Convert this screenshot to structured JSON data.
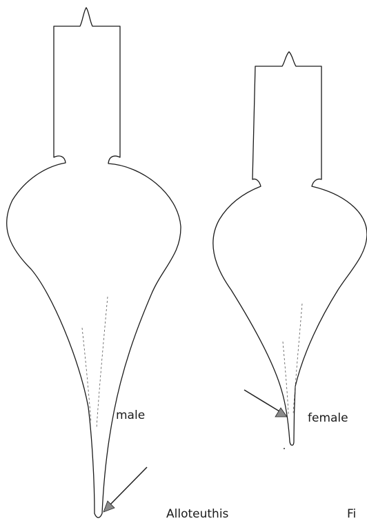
{
  "labels": {
    "male": "male",
    "female": "female",
    "genus": "Alloteuthis",
    "figure_prefix": "Fi"
  },
  "icons": {
    "male_gladius": "gladius-outline-male",
    "female_gladius": "gladius-outline-female",
    "male_arrow": "arrow-pointer",
    "female_arrow": "arrow-pointer"
  },
  "colors": {
    "line": "#1a1a1a",
    "arrow_fill": "#8a8a8a",
    "background": "#ffffff"
  }
}
